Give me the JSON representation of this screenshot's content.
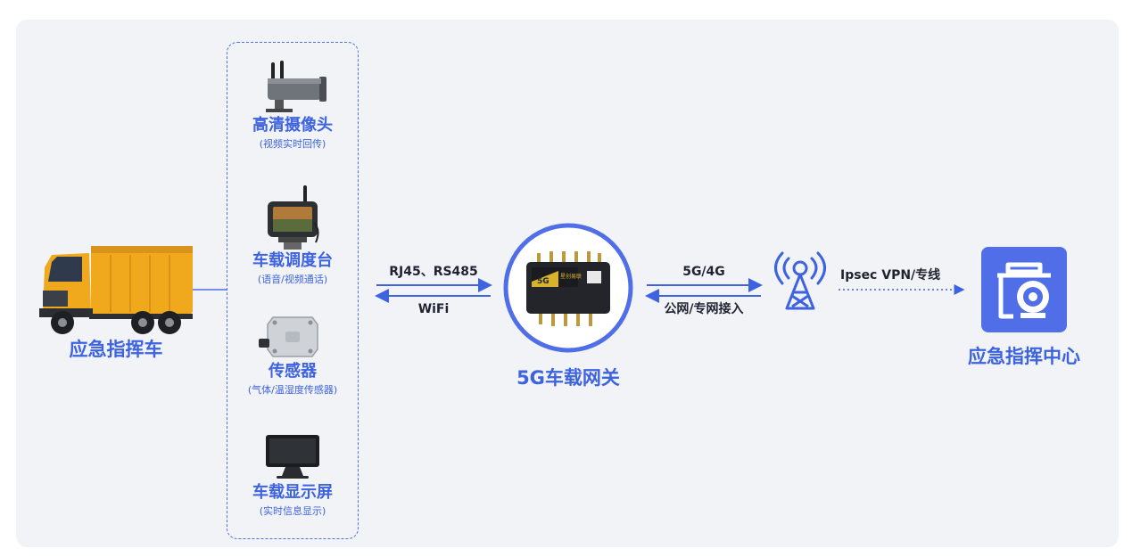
{
  "vehicle": {
    "label": "应急指挥车"
  },
  "devices": [
    {
      "title": "高清摄像头",
      "subtitle": "(视频实时回传)",
      "icon": "camera-icon"
    },
    {
      "title": "车载调度台",
      "subtitle": "(语音/视频通话)",
      "icon": "dispatch-terminal-icon"
    },
    {
      "title": "传感器",
      "subtitle": "(气体/温湿度传感器)",
      "icon": "sensor-icon"
    },
    {
      "title": "车载显示屏",
      "subtitle": "(实时信息显示)",
      "icon": "monitor-icon"
    }
  ],
  "link_local": {
    "top": "RJ45、RS485",
    "bottom": "WiFi"
  },
  "gateway": {
    "label": "5G车载网关",
    "device_text": "5G",
    "device_brand": "星创易联"
  },
  "link_wan": {
    "top": "5G/4G",
    "bottom": "公网/专网接入"
  },
  "link_vpn": {
    "label": "Ipsec VPN/专线"
  },
  "center": {
    "label": "应急指挥中心"
  },
  "colors": {
    "accent": "#3d63e0",
    "panel": "#f1f3f7",
    "truck": "#f0a81c",
    "center_tile": "#4f6ee8"
  }
}
